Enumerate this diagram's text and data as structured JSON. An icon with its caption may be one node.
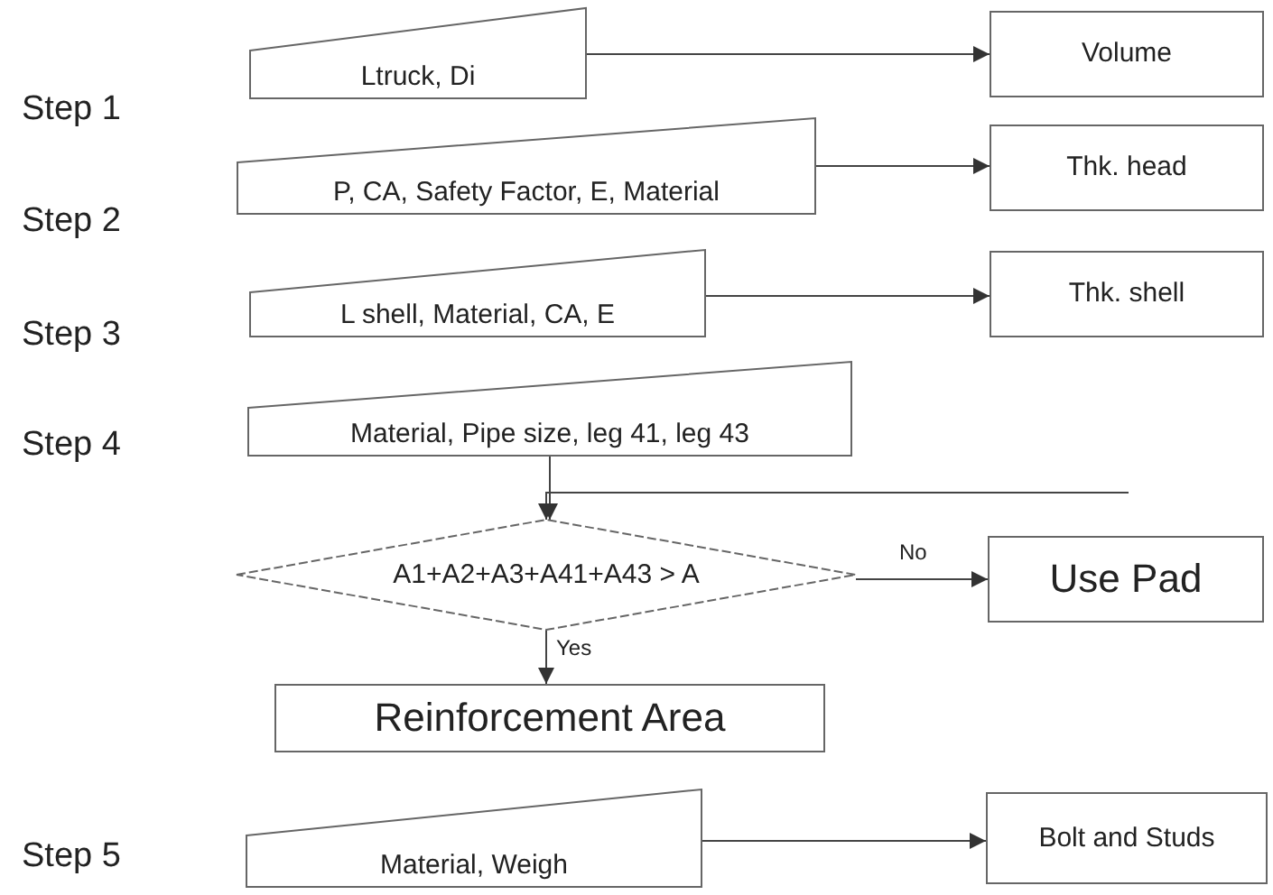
{
  "diagram": {
    "nodes": [
      {
        "text": [
          "Ltruck, Di"
        ]
      },
      {
        "text": [
          "Volume"
        ]
      },
      {
        "text": [
          "P, CA, Safety Factor, E, Material"
        ]
      },
      {
        "text": [
          "Thk. head"
        ]
      },
      {
        "text": [
          "L shell, Material, CA, E"
        ]
      },
      {
        "text": [
          "Thk. shell"
        ]
      },
      {
        "text": [
          "Material, Pipe size, leg 41, leg 43"
        ]
      },
      {
        "text": [
          "A1+A2+A3+A41+A43 > A"
        ]
      },
      {
        "text": [
          "Use Pad"
        ]
      },
      {
        "text": [
          "Reinforcement Area"
        ]
      },
      {
        "text": [
          "Material, Weigh"
        ]
      },
      {
        "text": [
          "Bolt and Studs"
        ]
      }
    ],
    "edges": [
      {
        "from": 0,
        "to": 1,
        "arrow": "to"
      },
      {
        "from": 2,
        "to": 3,
        "arrow": "to"
      },
      {
        "from": 4,
        "to": 5,
        "arrow": "to"
      },
      {
        "from": 6,
        "to": 7,
        "arrow": "to"
      },
      {
        "from": null,
        "to": 7,
        "arrow": "to"
      },
      {
        "from": 7,
        "to": 8,
        "label": "No",
        "arrow": "to"
      },
      {
        "from": 7,
        "to": 9,
        "label": "Yes",
        "arrow": "to"
      },
      {
        "from": 10,
        "to": 11,
        "arrow": "to"
      }
    ],
    "labels": [
      "Step 1",
      "Step 2",
      "Step 3",
      "Step 4",
      "Step 5"
    ]
  }
}
